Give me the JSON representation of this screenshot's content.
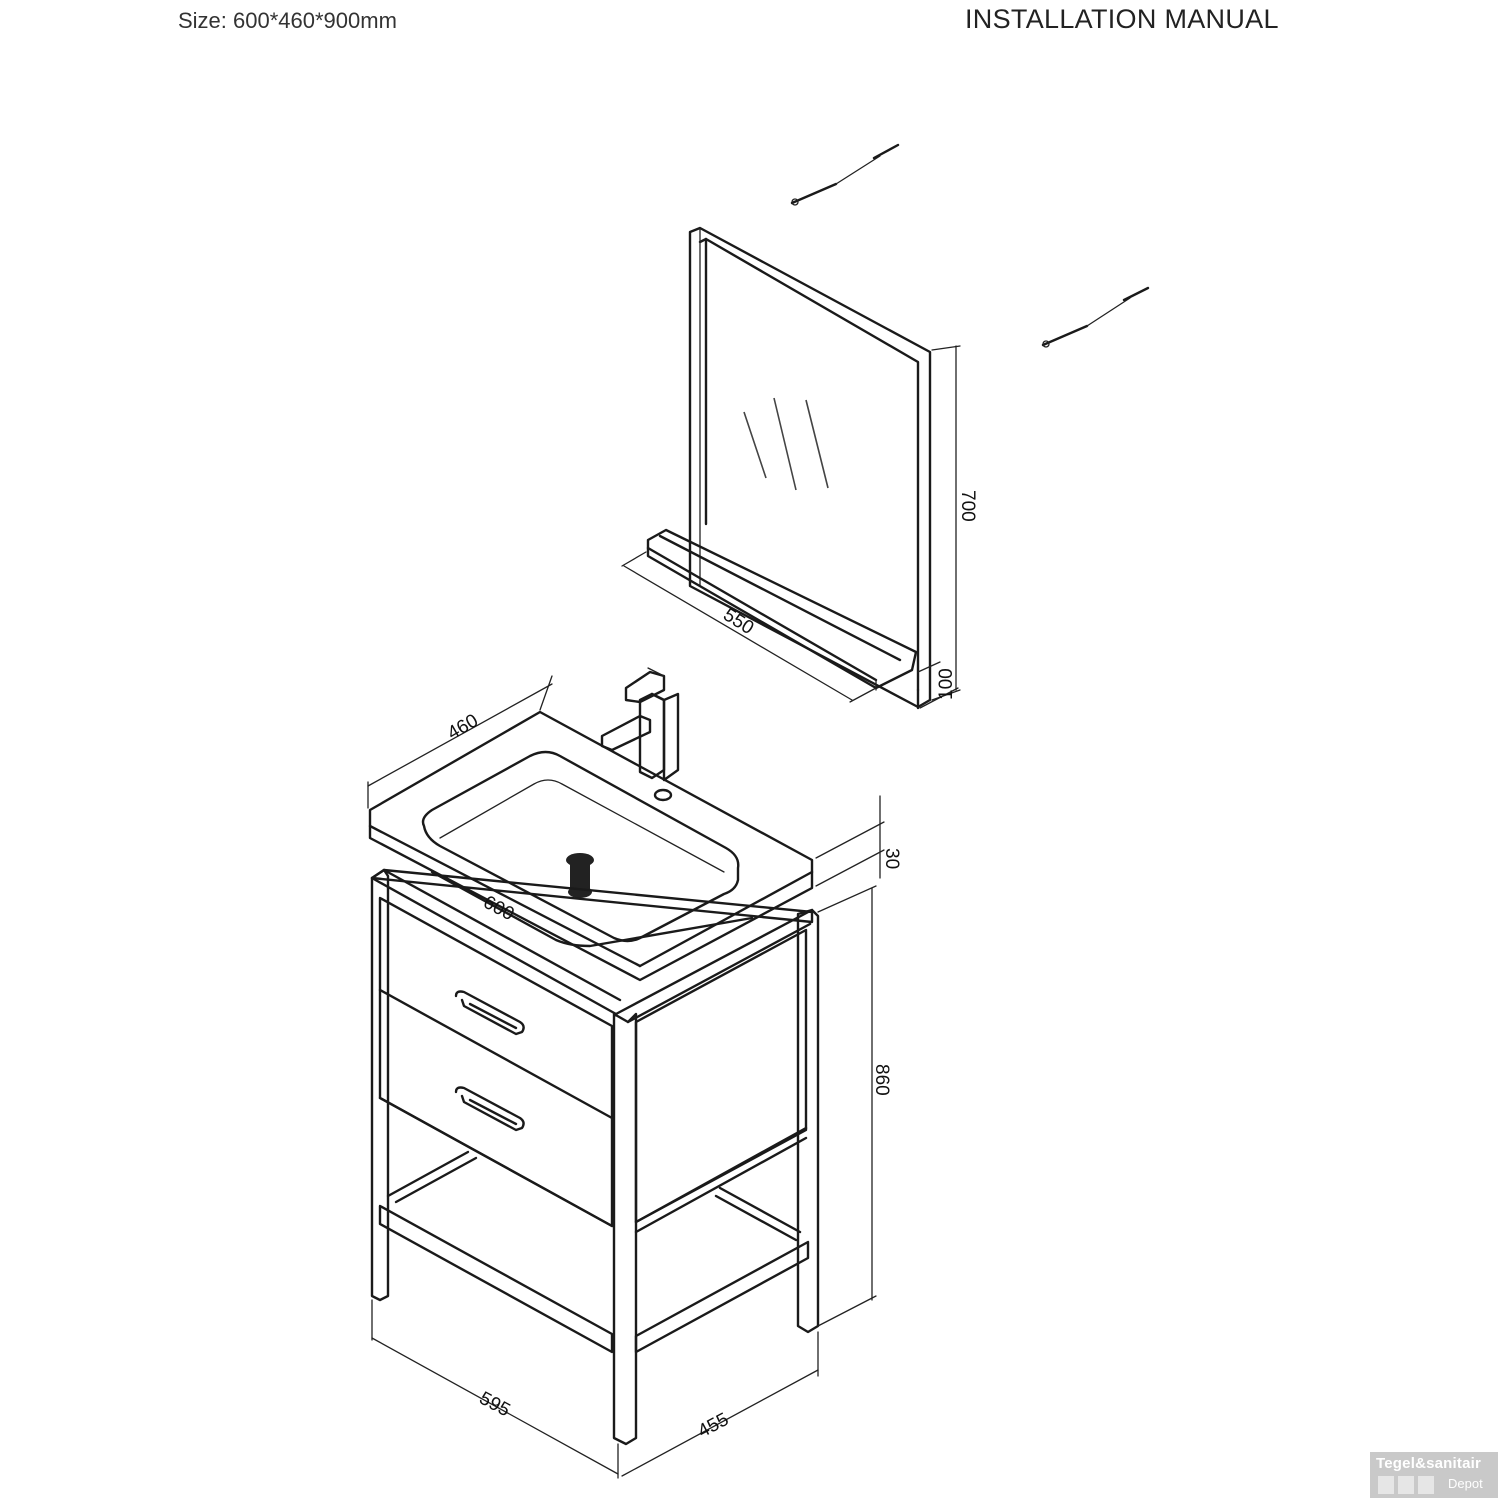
{
  "header": {
    "size_label": "Size: 600*460*900mm",
    "title": "INSTALLATION MANUAL"
  },
  "dimensions": {
    "mirror_height": "700",
    "mirror_width": "550",
    "mirror_shelf_depth": "100",
    "basin_depth": "460",
    "basin_width": "600",
    "basin_thickness": "30",
    "cabinet_height": "860",
    "cabinet_width": "595",
    "cabinet_depth": "455"
  },
  "watermark": {
    "line1": "Tegel&sanitair",
    "line2": "Depot"
  }
}
